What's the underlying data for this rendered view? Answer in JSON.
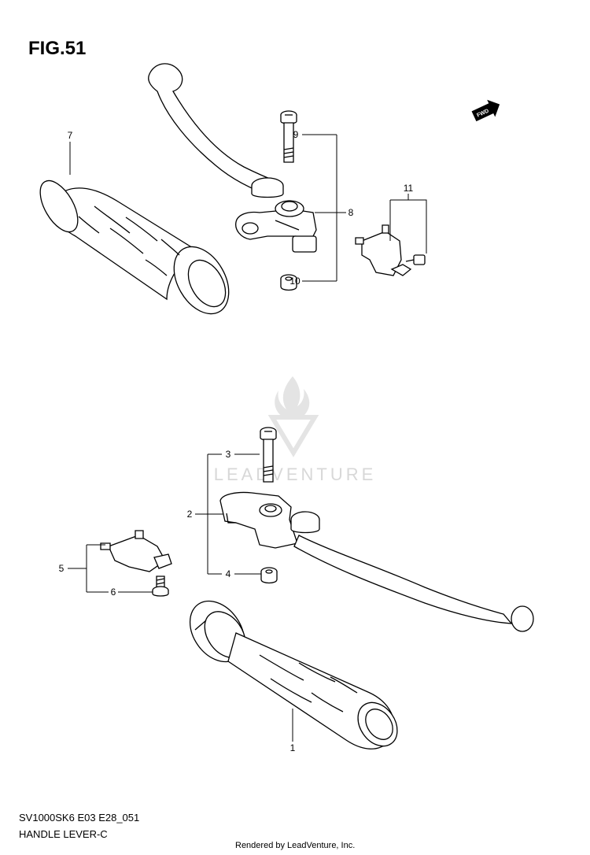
{
  "figure": {
    "title": "FIG.51",
    "code": "SV1000SK6 E03 E28_051",
    "name": "HANDLE LEVER-C",
    "rendered_by": "Rendered by LeadVenture, Inc.",
    "watermark": "LEADVENTURE",
    "fwd_label": "FWD"
  },
  "callouts": [
    {
      "id": "1",
      "label": "1"
    },
    {
      "id": "2",
      "label": "2"
    },
    {
      "id": "3",
      "label": "3"
    },
    {
      "id": "4",
      "label": "4"
    },
    {
      "id": "5",
      "label": "5"
    },
    {
      "id": "6",
      "label": "6"
    },
    {
      "id": "7",
      "label": "7"
    },
    {
      "id": "8",
      "label": "8"
    },
    {
      "id": "9",
      "label": "9"
    },
    {
      "id": "10",
      "label": "10"
    },
    {
      "id": "11",
      "label": "11"
    }
  ],
  "colors": {
    "line": "#000000",
    "watermark": "#d8d8d8",
    "background": "#ffffff"
  }
}
